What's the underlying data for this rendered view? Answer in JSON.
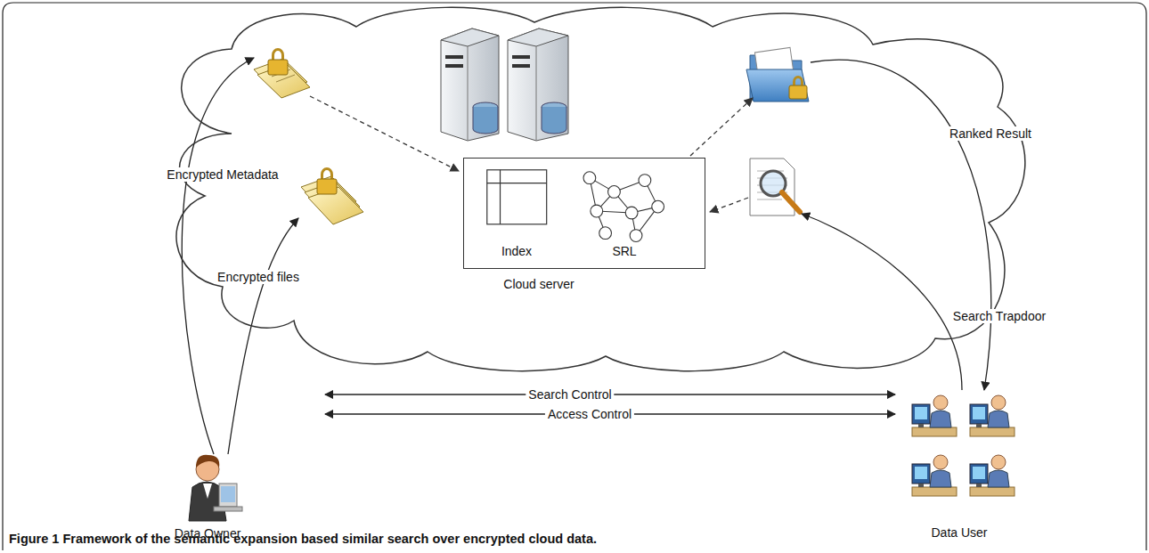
{
  "diagram": {
    "caption": "Figure 1 Framework of the semantic expansion based similar search over encrypted cloud data.",
    "nodes": [
      {
        "text": [
          "Cloud server"
        ]
      },
      {
        "text": [
          "Index",
          "SRL"
        ],
        "in": 0
      },
      {
        "text": [
          "Data Owner"
        ]
      },
      {
        "text": [
          "Data User"
        ]
      }
    ],
    "edges": [
      {
        "from": 2,
        "to": 0,
        "label": "Encrypted Metadata",
        "arrow": "to"
      },
      {
        "from": 2,
        "to": 0,
        "label": "Encrypted files",
        "arrow": "to"
      },
      {
        "from": 3,
        "to": 0,
        "label": "Search Trapdoor",
        "arrow": "to"
      },
      {
        "from": 0,
        "to": 3,
        "label": "Ranked Result",
        "arrow": "to"
      },
      {
        "from": 2,
        "to": 3,
        "label": "Search Control",
        "arrow": "both"
      },
      {
        "from": 2,
        "to": 3,
        "label": "Access Control",
        "arrow": "both"
      }
    ]
  }
}
